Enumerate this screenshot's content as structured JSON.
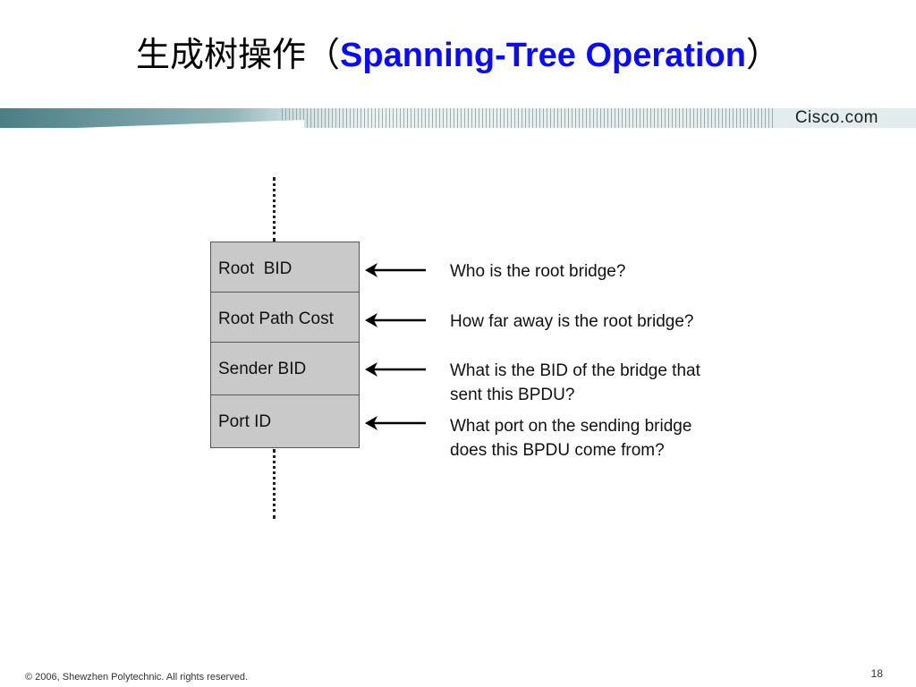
{
  "slide": {
    "title_zh": "生成树操作（",
    "title_en": "Spanning-Tree Operation",
    "title_close": "）"
  },
  "banner": {
    "brand": "Cisco.com"
  },
  "diagram": {
    "fields": [
      {
        "label": "Root  BID",
        "question": "Who is the root bridge?"
      },
      {
        "label": "Root Path Cost",
        "question": "How far away is the root bridge?"
      },
      {
        "label": "Sender BID",
        "question_line1": "What is the BID of the bridge that",
        "question_line2": "sent this BPDU?"
      },
      {
        "label": "Port ID",
        "question_line1": "What port on the sending bridge",
        "question_line2": "does this BPDU come from?"
      }
    ]
  },
  "footer": {
    "copyright": "© 2006, Shewzhen Polytechnic. All rights reserved.",
    "page_number": "18"
  }
}
